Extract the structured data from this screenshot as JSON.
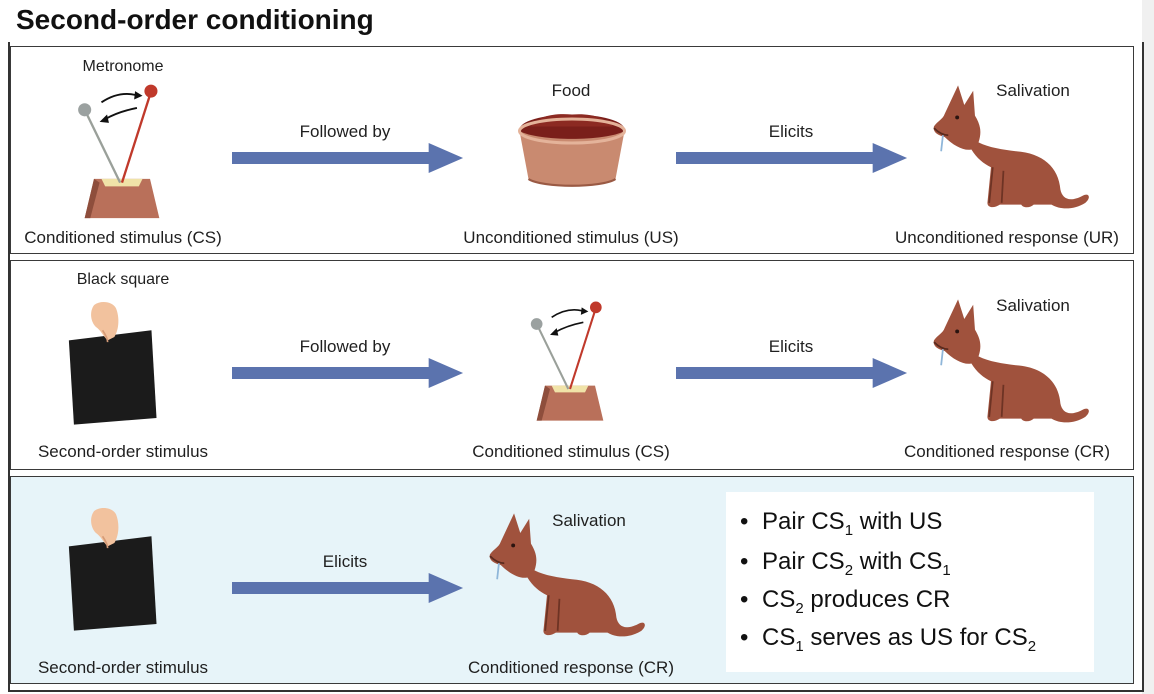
{
  "title": "Second-order conditioning",
  "rows": [
    {
      "top_label_left": "Metronome",
      "arrow1_label": "Followed by",
      "top_label_mid": "Food",
      "arrow2_label": "Elicits",
      "top_label_right": "Salivation",
      "bottom_left": "Conditioned stimulus (CS)",
      "bottom_mid": "Unconditioned stimulus (US)",
      "bottom_right": "Unconditioned response (UR)"
    },
    {
      "top_label_left": "Black square",
      "arrow1_label": "Followed by",
      "arrow2_label": "Elicits",
      "top_label_right": "Salivation",
      "bottom_left": "Second-order stimulus",
      "bottom_mid": "Conditioned stimulus (CS)",
      "bottom_right": "Conditioned response (CR)"
    },
    {
      "arrow1_label": "Elicits",
      "top_label_mid": "Salivation",
      "bottom_left": "Second-order stimulus",
      "bottom_mid": "Conditioned response (CR)"
    }
  ],
  "bullets": [
    {
      "a": "Pair CS",
      "a_sub": "1",
      "b": " with US",
      "b_sub": ""
    },
    {
      "a": "Pair CS",
      "a_sub": "2",
      "b": " with CS",
      "b_sub": "1"
    },
    {
      "a": "CS",
      "a_sub": "2",
      "b": " produces CR",
      "b_sub": ""
    },
    {
      "a": "CS",
      "a_sub": "1",
      "b": " serves as US for CS",
      "b_sub": "2"
    }
  ],
  "colors": {
    "arrow": "#5b73ae",
    "dog": "#a0523d",
    "panel3_bg": "#e7f4f9",
    "metronome_box": "#b9705a",
    "bowl": "#c98a70"
  },
  "icons": [
    "metronome-icon",
    "food-bowl-icon",
    "dog-icon",
    "hand-black-square-icon",
    "arrow-right-icon"
  ]
}
